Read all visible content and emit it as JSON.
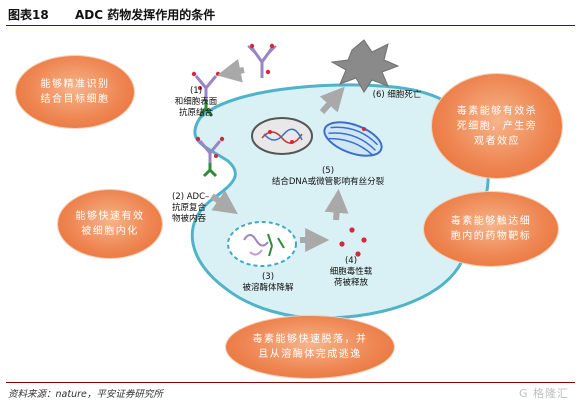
{
  "header": {
    "figure_number": "图表18",
    "title": "ADC 药物发挥作用的条件"
  },
  "steps": {
    "step1": {
      "number": "(1)",
      "line1": "和细胞表面",
      "line2": "抗原结合"
    },
    "step2": {
      "line1": "(2) ADC–",
      "line2": "抗原复合",
      "line3": "物被内吞"
    },
    "step3": {
      "number": "(3)",
      "line1": "被溶酶体降解"
    },
    "step4": {
      "number": "(4)",
      "line1": "细胞毒性载",
      "line2": "荷被释放"
    },
    "step5": {
      "number": "(5)",
      "line1": "结合DNA或微管影响有丝分裂"
    },
    "step6": {
      "line1": "(6) 细胞死亡"
    }
  },
  "callouts": {
    "target": {
      "line1": "能够精准识别",
      "line2": "结合目标细胞"
    },
    "internalize": {
      "line1": "能够快速有效",
      "line2": "被细胞内化"
    },
    "kill": {
      "line1": "毒素能够有效杀",
      "line2": "死细胞，产生旁",
      "line3": "观者效应"
    },
    "reach": {
      "line1": "毒素能够触达细",
      "line2": "胞内的药物靶标"
    },
    "release": {
      "line1": "毒素能够快速脱落，并",
      "line2": "且从溶酶体完成逃逸"
    }
  },
  "footer": {
    "source": "资料来源：nature，平安证券研究所",
    "watermark": "G 格隆汇"
  },
  "colors": {
    "cell_fill": "#d9f1f4",
    "cell_stroke": "#4fb3c9",
    "arrow": "#a9a9a9",
    "antibody": "#9b84c4",
    "payload": "#d7263d",
    "antigen": "#2e8b3a",
    "bubble": "#ee8652",
    "rule": "#8b0000"
  }
}
